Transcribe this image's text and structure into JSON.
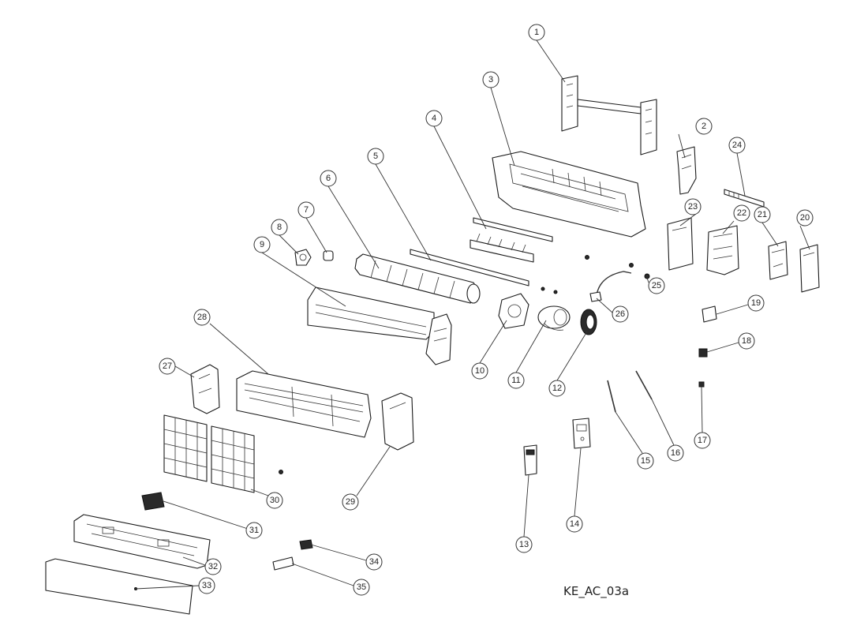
{
  "diagram": {
    "code_label": "KE_AC_03a",
    "part_numbers": [
      "1",
      "2",
      "3",
      "4",
      "5",
      "6",
      "7",
      "8",
      "9",
      "10",
      "11",
      "12",
      "13",
      "14",
      "15",
      "16",
      "17",
      "18",
      "19",
      "20",
      "21",
      "22",
      "23",
      "24",
      "25",
      "26",
      "27",
      "28",
      "29",
      "30",
      "31",
      "32",
      "33",
      "34",
      "35"
    ]
  }
}
